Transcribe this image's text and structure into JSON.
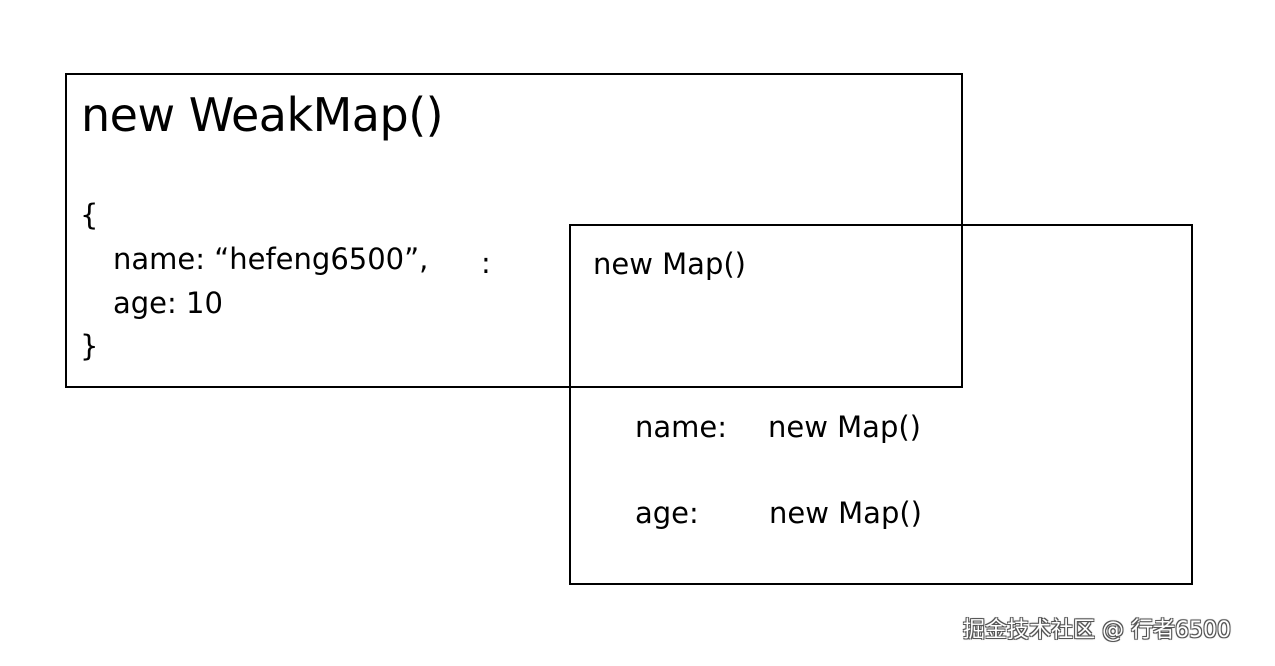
{
  "weakmap": {
    "title": "new WeakMap()",
    "open_brace": "{",
    "name_entry": "name: “hefeng6500”,",
    "colon": ":",
    "age_entry": "age: 10",
    "close_brace": "}"
  },
  "map": {
    "title": "new Map()",
    "entries": [
      {
        "key": "name:",
        "value": "new Map()"
      },
      {
        "key": "age:",
        "value": "new Map()"
      }
    ]
  },
  "watermark": "掘金技术社区 @ 行者6500"
}
